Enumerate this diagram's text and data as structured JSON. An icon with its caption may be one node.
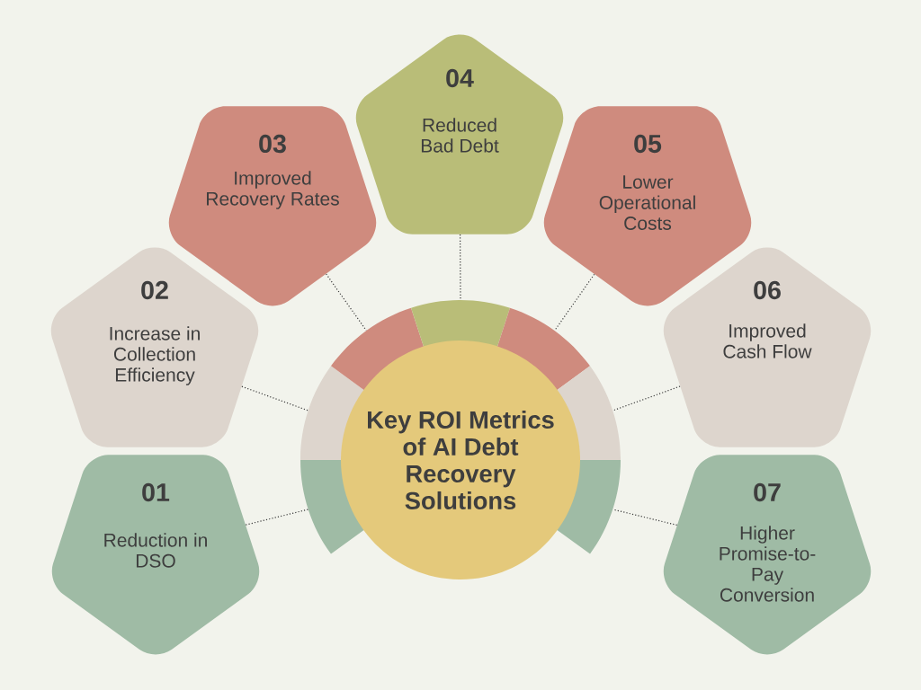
{
  "diagram": {
    "nodes": [
      {
        "text": [
          "Key ROI Metrics of AI Debt Recovery Solutions"
        ]
      },
      {
        "text": [
          "01",
          "Reduction in DSO"
        ]
      },
      {
        "text": [
          "02",
          "Increase in Collection Efficiency"
        ]
      },
      {
        "text": [
          "03",
          "Improved Recovery Rates"
        ]
      },
      {
        "text": [
          "04",
          "Reduced Bad Debt"
        ]
      },
      {
        "text": [
          "05",
          "Lower Operational Costs"
        ]
      },
      {
        "text": [
          "06",
          "Improved Cash Flow"
        ]
      },
      {
        "text": [
          "07",
          "Higher Promise-to-Pay Conversion"
        ]
      },
      {
        "text": [],
        "shape": "arc"
      },
      {
        "text": [],
        "shape": "arc"
      },
      {
        "text": [],
        "shape": "arc"
      },
      {
        "text": [],
        "shape": "arc"
      },
      {
        "text": [],
        "shape": "arc"
      },
      {
        "text": [],
        "shape": "arc"
      },
      {
        "text": [],
        "shape": "arc"
      }
    ],
    "edges": [
      {
        "from": 1,
        "to": 8,
        "arrow": "none",
        "style": "dashed"
      },
      {
        "from": 2,
        "to": 9,
        "arrow": "none",
        "style": "dashed"
      },
      {
        "from": 3,
        "to": 10,
        "arrow": "none",
        "style": "dashed"
      },
      {
        "from": 4,
        "to": 11,
        "arrow": "none",
        "style": "dashed"
      },
      {
        "from": 5,
        "to": 12,
        "arrow": "none",
        "style": "dashed"
      },
      {
        "from": 6,
        "to": 13,
        "arrow": "none",
        "style": "dashed"
      },
      {
        "from": 7,
        "to": 14,
        "arrow": "none",
        "style": "dashed"
      }
    ]
  }
}
